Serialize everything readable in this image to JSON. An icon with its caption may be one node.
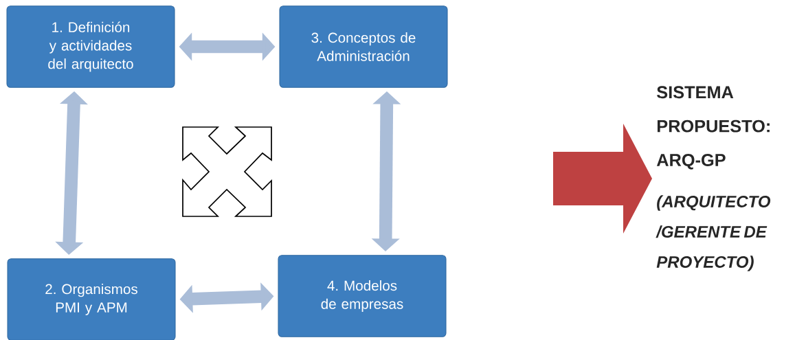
{
  "diagram": {
    "nodes": [
      {
        "text": [
          "1. Definición y actividades del arquitecto"
        ]
      },
      {
        "text": [
          "3. Conceptos de Administración"
        ]
      },
      {
        "text": [
          "2. Organismos PMI y APM"
        ]
      },
      {
        "text": [
          "4. Modelos de empresas"
        ]
      },
      {
        "text": [
          "SISTEMA PROPUESTO: ARQ-GP",
          "(ARQUITECTO /GERENTE DE PROYECTO)"
        ]
      }
    ],
    "edges": [
      {
        "from": 0,
        "to": 1,
        "arrow": "both"
      },
      {
        "from": 0,
        "to": 2,
        "arrow": "both"
      },
      {
        "from": 1,
        "to": 3,
        "arrow": "both"
      },
      {
        "from": 2,
        "to": 3,
        "arrow": "both"
      },
      {
        "from": null,
        "to": 4,
        "arrow": "to",
        "style": "thick",
        "color": "#be4141"
      }
    ]
  }
}
